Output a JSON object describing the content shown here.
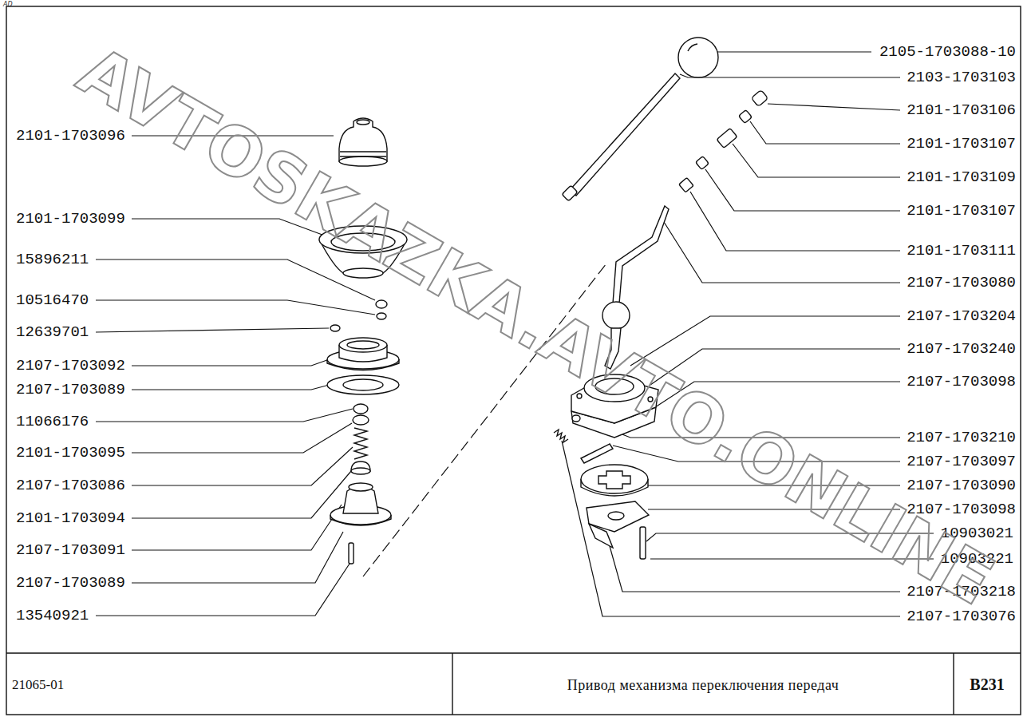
{
  "diagram": {
    "title": "Привод механизма переключения передач",
    "labels": [
      "2101-1703096",
      "2101-1703099",
      "15896211",
      "10516470",
      "12639701",
      "2107-1703092",
      "2107-1703089",
      "11066176",
      "2101-1703095",
      "2107-1703086",
      "2101-1703094",
      "2107-1703091",
      "2107-1703089",
      "13540921",
      "2105-1703088-10",
      "2103-1703103",
      "2101-1703106",
      "2101-1703107",
      "2101-1703109",
      "2101-1703107",
      "2101-1703111",
      "2107-1703080",
      "2107-1703204",
      "2107-1703240",
      "2107-1703098",
      "2107-1703210",
      "2107-1703097",
      "2107-1703090",
      "2107-1703098",
      "10903021",
      "10903221",
      "2107-1703218",
      "2107-1703076",
      "21065-01",
      "B231",
      "AD",
      "AVTOSKAZKA.AVTO.ONLINE"
    ]
  }
}
